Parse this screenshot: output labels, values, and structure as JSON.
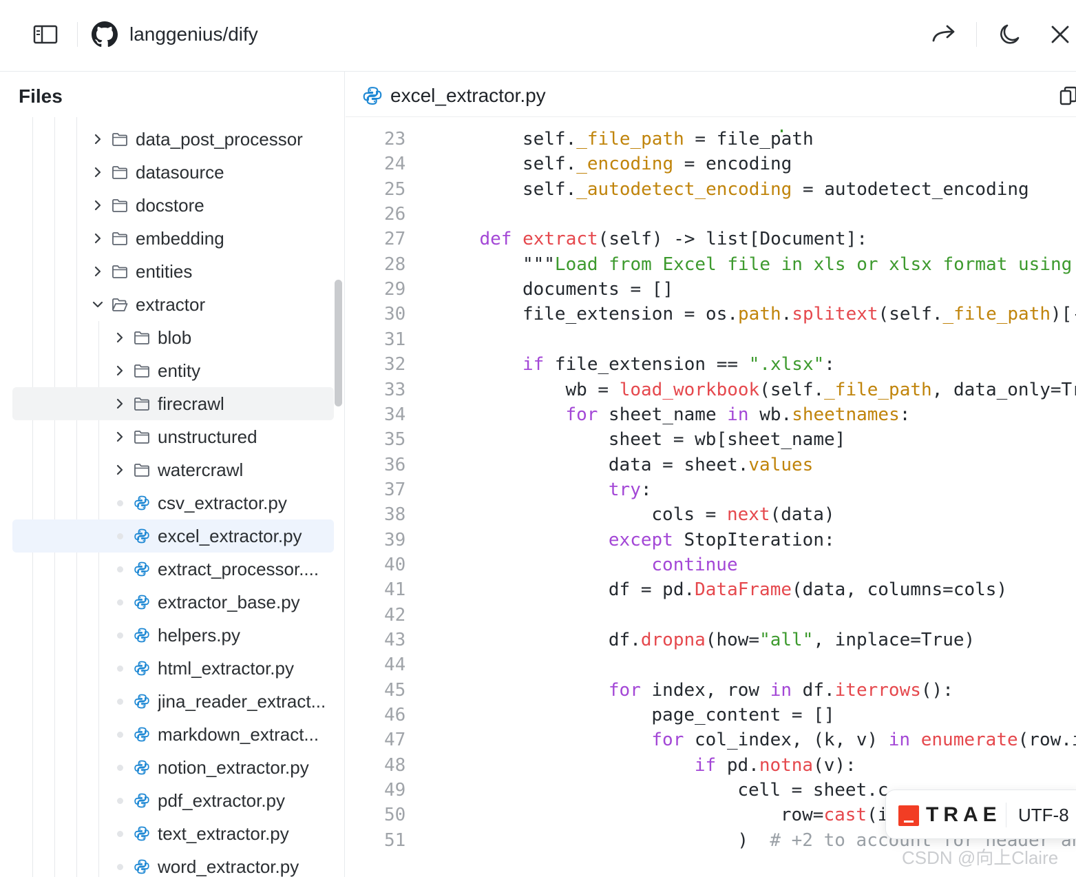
{
  "header": {
    "repo": "langgenius/dify",
    "icons": [
      "sidebar-toggle-icon",
      "github-icon",
      "share-icon",
      "moon-icon",
      "close-icon"
    ]
  },
  "sidebar": {
    "title": "Files",
    "items": [
      {
        "label": "data_post_processor",
        "type": "folder",
        "depth": 2,
        "expanded": false
      },
      {
        "label": "datasource",
        "type": "folder",
        "depth": 2,
        "expanded": false
      },
      {
        "label": "docstore",
        "type": "folder",
        "depth": 2,
        "expanded": false
      },
      {
        "label": "embedding",
        "type": "folder",
        "depth": 2,
        "expanded": false
      },
      {
        "label": "entities",
        "type": "folder",
        "depth": 2,
        "expanded": false
      },
      {
        "label": "extractor",
        "type": "folder",
        "depth": 2,
        "expanded": true
      },
      {
        "label": "blob",
        "type": "folder",
        "depth": 3,
        "expanded": false
      },
      {
        "label": "entity",
        "type": "folder",
        "depth": 3,
        "expanded": false
      },
      {
        "label": "firecrawl",
        "type": "folder",
        "depth": 3,
        "expanded": false,
        "state": "hover"
      },
      {
        "label": "unstructured",
        "type": "folder",
        "depth": 3,
        "expanded": false
      },
      {
        "label": "watercrawl",
        "type": "folder",
        "depth": 3,
        "expanded": false
      },
      {
        "label": "csv_extractor.py",
        "type": "py",
        "depth": 3
      },
      {
        "label": "excel_extractor.py",
        "type": "py",
        "depth": 3,
        "state": "selected"
      },
      {
        "label": "extract_processor....",
        "type": "py",
        "depth": 3
      },
      {
        "label": "extractor_base.py",
        "type": "py",
        "depth": 3
      },
      {
        "label": "helpers.py",
        "type": "py",
        "depth": 3
      },
      {
        "label": "html_extractor.py",
        "type": "py",
        "depth": 3
      },
      {
        "label": "jina_reader_extract...",
        "type": "py",
        "depth": 3
      },
      {
        "label": "markdown_extract...",
        "type": "py",
        "depth": 3
      },
      {
        "label": "notion_extractor.py",
        "type": "py",
        "depth": 3
      },
      {
        "label": "pdf_extractor.py",
        "type": "py",
        "depth": 3
      },
      {
        "label": "text_extractor.py",
        "type": "py",
        "depth": 3
      },
      {
        "label": "word_extractor.py",
        "type": "py",
        "depth": 3
      }
    ]
  },
  "editor": {
    "filename": "excel_extractor.py",
    "colors": {
      "keyword": "#a347d6",
      "function": "#e5484d",
      "attribute": "#c0840b",
      "string": "#3d9a2e",
      "comment": "#9aa0a6"
    },
    "lines": [
      {
        "no": "23",
        "indent": 8,
        "tokens": [
          [
            "self.",
            ""
          ],
          [
            "_file_path",
            "attr"
          ],
          [
            " = file_path",
            ""
          ]
        ]
      },
      {
        "no": "24",
        "indent": 8,
        "tokens": [
          [
            "self.",
            ""
          ],
          [
            "_encoding",
            "attr"
          ],
          [
            " = encoding",
            ""
          ]
        ]
      },
      {
        "no": "25",
        "indent": 8,
        "tokens": [
          [
            "self.",
            ""
          ],
          [
            "_autodetect_encoding",
            "attr"
          ],
          [
            " = autodetect_encoding",
            ""
          ]
        ]
      },
      {
        "no": "26",
        "indent": 0,
        "tokens": []
      },
      {
        "no": "27",
        "indent": 4,
        "tokens": [
          [
            "def",
            "kw"
          ],
          [
            " ",
            ""
          ],
          [
            "extract",
            "fn"
          ],
          [
            "(self) -> list[Document]:",
            ""
          ]
        ]
      },
      {
        "no": "28",
        "indent": 8,
        "tokens": [
          [
            "\"\"\"",
            ""
          ],
          [
            "Load from Excel file in xls or xlsx format using",
            "str"
          ]
        ]
      },
      {
        "no": "29",
        "indent": 8,
        "tokens": [
          [
            "documents = []",
            ""
          ]
        ]
      },
      {
        "no": "30",
        "indent": 8,
        "tokens": [
          [
            "file_extension = os.",
            ""
          ],
          [
            "path",
            "attr"
          ],
          [
            ".",
            ""
          ],
          [
            "splitext",
            "fn"
          ],
          [
            "(self.",
            ""
          ],
          [
            "_file_path",
            "attr"
          ],
          [
            ")[-",
            ""
          ]
        ]
      },
      {
        "no": "31",
        "indent": 0,
        "tokens": []
      },
      {
        "no": "32",
        "indent": 8,
        "tokens": [
          [
            "if",
            "kw"
          ],
          [
            " file_extension == ",
            ""
          ],
          [
            "\".xlsx\"",
            "str"
          ],
          [
            ":",
            ""
          ]
        ]
      },
      {
        "no": "33",
        "indent": 12,
        "tokens": [
          [
            "wb = ",
            ""
          ],
          [
            "load_workbook",
            "fn"
          ],
          [
            "(self.",
            ""
          ],
          [
            "_file_path",
            "attr"
          ],
          [
            ", data_only=Tr",
            ""
          ]
        ]
      },
      {
        "no": "34",
        "indent": 12,
        "tokens": [
          [
            "for",
            "kw"
          ],
          [
            " sheet_name ",
            ""
          ],
          [
            "in",
            "kw"
          ],
          [
            " wb.",
            ""
          ],
          [
            "sheetnames",
            "attr"
          ],
          [
            ":",
            ""
          ]
        ]
      },
      {
        "no": "35",
        "indent": 16,
        "tokens": [
          [
            "sheet = wb[sheet_name]",
            ""
          ]
        ]
      },
      {
        "no": "36",
        "indent": 16,
        "tokens": [
          [
            "data = sheet.",
            ""
          ],
          [
            "values",
            "attr"
          ]
        ]
      },
      {
        "no": "37",
        "indent": 16,
        "tokens": [
          [
            "try",
            "kw"
          ],
          [
            ":",
            ""
          ]
        ]
      },
      {
        "no": "38",
        "indent": 20,
        "tokens": [
          [
            "cols = ",
            ""
          ],
          [
            "next",
            "fn"
          ],
          [
            "(data)",
            ""
          ]
        ]
      },
      {
        "no": "39",
        "indent": 16,
        "tokens": [
          [
            "except",
            "kw"
          ],
          [
            " StopIteration:",
            ""
          ]
        ]
      },
      {
        "no": "40",
        "indent": 20,
        "tokens": [
          [
            "continue",
            "kw"
          ]
        ]
      },
      {
        "no": "41",
        "indent": 16,
        "tokens": [
          [
            "df = pd.",
            ""
          ],
          [
            "DataFrame",
            "fn"
          ],
          [
            "(data, columns=cols)",
            ""
          ]
        ]
      },
      {
        "no": "42",
        "indent": 0,
        "tokens": []
      },
      {
        "no": "43",
        "indent": 16,
        "tokens": [
          [
            "df.",
            ""
          ],
          [
            "dropna",
            "fn"
          ],
          [
            "(how=",
            ""
          ],
          [
            "\"all\"",
            "str"
          ],
          [
            ", inplace=True)",
            ""
          ]
        ]
      },
      {
        "no": "44",
        "indent": 0,
        "tokens": []
      },
      {
        "no": "45",
        "indent": 16,
        "tokens": [
          [
            "for",
            "kw"
          ],
          [
            " index, row ",
            ""
          ],
          [
            "in",
            "kw"
          ],
          [
            " df.",
            ""
          ],
          [
            "iterrows",
            "fn"
          ],
          [
            "():",
            ""
          ]
        ]
      },
      {
        "no": "46",
        "indent": 20,
        "tokens": [
          [
            "page_content = []",
            ""
          ]
        ]
      },
      {
        "no": "47",
        "indent": 20,
        "tokens": [
          [
            "for",
            "kw"
          ],
          [
            " col_index, (k, v) ",
            ""
          ],
          [
            "in",
            "kw"
          ],
          [
            " ",
            ""
          ],
          [
            "enumerate",
            "fn"
          ],
          [
            "(row.i",
            ""
          ]
        ]
      },
      {
        "no": "48",
        "indent": 24,
        "tokens": [
          [
            "if",
            "kw"
          ],
          [
            " pd.",
            ""
          ],
          [
            "notna",
            "fn"
          ],
          [
            "(v):",
            ""
          ]
        ]
      },
      {
        "no": "49",
        "indent": 28,
        "tokens": [
          [
            "cell = sheet.c",
            ""
          ]
        ]
      },
      {
        "no": "50",
        "indent": 32,
        "tokens": [
          [
            "row=",
            ""
          ],
          [
            "cast",
            "fn"
          ],
          [
            "(i",
            ""
          ]
        ]
      },
      {
        "no": "51",
        "indent": 28,
        "tokens": [
          [
            ")  ",
            ""
          ],
          [
            "# +2 to account for header an",
            "com"
          ]
        ]
      }
    ]
  },
  "overlay": {
    "brand": "TRAE",
    "encoding": "UTF-8",
    "watermark": "CSDN @向上Claire"
  }
}
